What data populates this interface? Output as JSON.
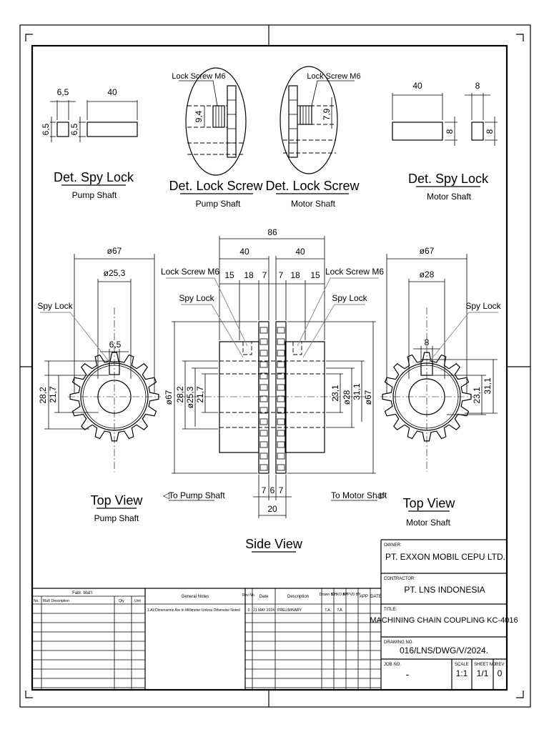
{
  "details": {
    "spy_lock_pump": {
      "title": "Det. Spy Lock",
      "subtitle": "Pump Shaft",
      "dim_w_small": "6,5",
      "dim_len": "40",
      "dim_h1": "6,5",
      "dim_h2": "6,5"
    },
    "lock_screw_pump": {
      "title": "Det. Lock Screw",
      "subtitle": "Pump Shaft",
      "label": "Lock Screw M6",
      "dim": "9,4"
    },
    "lock_screw_motor": {
      "title": "Det. Lock Screw",
      "subtitle": "Motor Shaft",
      "label": "Lock Screw M6",
      "dim": "7,9"
    },
    "spy_lock_motor": {
      "title": "Det. Spy Lock",
      "subtitle": "Motor Shaft",
      "dim_len": "40",
      "dim_w_small": "8",
      "dim_h1": "8",
      "dim_h2": "8"
    }
  },
  "top_view_pump": {
    "title": "Top View",
    "subtitle": "Pump Shaft",
    "dia_outer": "ø67",
    "dia_bore": "ø25,3",
    "key": "6,5",
    "spy_lock": "Spy Lock",
    "dim_a": "28,2",
    "dim_b": "21,7"
  },
  "top_view_motor": {
    "title": "Top View",
    "subtitle": "Motor Shaft",
    "dia_outer": "ø67",
    "dia_bore": "ø28",
    "key": "8",
    "spy_lock": "Spy Lock",
    "dim_a": "23,1",
    "dim_b": "31,1"
  },
  "side_view": {
    "title": "Side View",
    "total": "86",
    "half_l": "40",
    "half_r": "40",
    "d15l": "15",
    "d18l": "18",
    "d7l": "7",
    "d7r": "7",
    "d18r": "18",
    "d15r": "15",
    "lock_l": "Lock Screw M6",
    "lock_r": "Lock Screw M6",
    "spy_l": "Spy Lock",
    "spy_r": "Spy Lock",
    "l_o67": "ø67",
    "l_282": "28,2",
    "l_253": "ø25,3",
    "l_217": "21,7",
    "r_231": "23,1",
    "r_o28": "ø28",
    "r_311": "31,1",
    "r_o67": "ø67",
    "b7a": "7",
    "b6": "6",
    "b7b": "7",
    "b20": "20",
    "to_pump": "To Pump Shaft",
    "to_motor": "To Motor Shaft"
  },
  "title_block": {
    "owner_label": "OWNER:",
    "owner": "PT. EXXON MOBIL CEPU LTD.",
    "contractor_label": "CONTRACTOR:",
    "contractor": "PT. LNS INDONESIA",
    "title_label": "TITLE:",
    "title": "MACHINING CHAIN COUPLING KC-4016",
    "drawing_label": "DRAWING NO.",
    "drawing_no": "016/LNS/DWG/V/2024.",
    "job_label": "JOB NO.",
    "job_no": "-",
    "scale_label": "SCALE",
    "scale": "1:1",
    "sheet_label": "SHEET NO.",
    "sheet": "1/1",
    "rev_label": "REV",
    "rev": "0"
  },
  "revisions": {
    "headers": [
      "Rev No.",
      "Date",
      "Description",
      "Drawn BY",
      "CHKD BY",
      "APPVD BY",
      "APP",
      "DATE"
    ],
    "rows": [
      [
        "0",
        "21 MAY 2024",
        "PRELIMINARY",
        "T.A",
        "T.A"
      ]
    ]
  },
  "notes": {
    "header": "General Notes",
    "line1": "1.All Dimensions Are In Millimeter Unless Otherwise Noted"
  },
  "materials": {
    "group": "Fabr. Mat'l",
    "col_no": "No.",
    "col_desc": "Mat'l Description",
    "col_qty": "Qty",
    "col_unit": "Unit"
  }
}
